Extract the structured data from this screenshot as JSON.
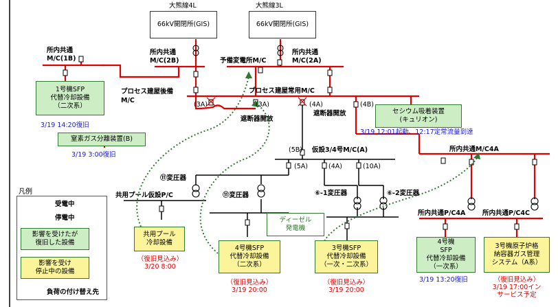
{
  "sources": {
    "okuma4l": {
      "line1": "大熊線4L",
      "line2": "66kV開閉所(GIS)"
    },
    "okuma3l": {
      "line1": "大熊線3L",
      "line2": "66kV開閉所(GIS)"
    }
  },
  "buses": {
    "mc_1b": {
      "line1": "所内共通",
      "line2": "M/C(1B)"
    },
    "mc_2b": {
      "line1": "所内共通",
      "line2": "M/C(2B)"
    },
    "mc_2a": {
      "line1": "所内共通",
      "line2": "M/C(2A)"
    },
    "yobi": "予備変電所M/C",
    "process_rear": {
      "line1": "プロセス建屋後備",
      "line2": "M/C"
    },
    "process_main": "プロセス建屋常用M/C",
    "temp_34": "仮設3/4号M/C(A)",
    "c4a": "所内共通M/C4A",
    "pool_pc": "共用プール仮設P/C",
    "p_c4a": "所内共通P/C4A",
    "p_c4c": "所内共通P/C4C"
  },
  "breakers": {
    "b3a_left": "(3A)",
    "b3a_right": "(3A)",
    "b4a": "(4A)",
    "b4b": "(4B)",
    "b5b": "(5B)",
    "b5a": "(5A)",
    "b4a2": "(4A)",
    "b10a": "(10A)"
  },
  "notes": {
    "cb_open_1": "遮断器開放",
    "cb_open_2": "遮断器開放"
  },
  "transformers": {
    "t11_upper": "⑪変圧器",
    "t11_lower": "⑪変圧器",
    "t6_1": "⑥-1変圧器",
    "t6_2": "⑥-2変圧器"
  },
  "boxes": {
    "sfp1": {
      "lines": [
        "1号機SFP",
        "代替冷却設備",
        "（二次系）"
      ]
    },
    "n2": {
      "lines": [
        "窒素ガス分離装置(B)"
      ]
    },
    "cs": {
      "lines": [
        "セシウム吸着装置",
        "(キュリオン)"
      ]
    },
    "diesel": {
      "lines": [
        "ディーゼル",
        "発電機"
      ]
    },
    "pool": {
      "lines": [
        "共用プール",
        "冷却設備"
      ]
    },
    "sfp4": {
      "lines": [
        "4号機SFP",
        "代替冷却設備",
        "（二次系）"
      ]
    },
    "sfp3": {
      "lines": [
        "3号機SFP",
        "代替冷却設備",
        "（一次・二次系）"
      ]
    },
    "sfp4b": {
      "lines": [
        "4号機",
        "SFP",
        "代替冷却設備",
        "（一次系）"
      ]
    },
    "pcv3": {
      "lines": [
        "3号機原子炉格",
        "納容器ガス管理",
        "システム（A系）"
      ]
    }
  },
  "status": {
    "sfp1": "3/19 14:20復旧",
    "n2": "3/19 3:00復旧",
    "cs": "3/19 12:01起動、12:17定常流量到達",
    "pool": {
      "l1": "（復旧見込み）",
      "l2": "3/20 8:00"
    },
    "sfp4": {
      "l1": "（復旧見込み）",
      "l2": "3/19 20:00"
    },
    "sfp3": {
      "l1": "（復旧見込み）",
      "l2": "3/19 20:00"
    },
    "sfp4b": "3/19 13:20復旧",
    "pcv3": {
      "l1": "（復旧見込み）",
      "l2": "3/19 17:00イン",
      "l3": "サービス予定"
    }
  },
  "legend": {
    "title": "凡例",
    "powered": "受電中",
    "stopped": "停電中",
    "restored": {
      "l1": "影響を受けたが",
      "l2": "復旧した設備"
    },
    "affected": {
      "l1": "影響を受け",
      "l2": "停止中の設備"
    },
    "transfer": "負荷の付け替え先"
  },
  "colors": {
    "powered": "#e00000",
    "stopped": "#000000",
    "restored_fill": "#cdeec4",
    "affected_fill": "#fbf49a",
    "transfer": "#2f7a2f",
    "status_blue": "#1a1ad6"
  }
}
